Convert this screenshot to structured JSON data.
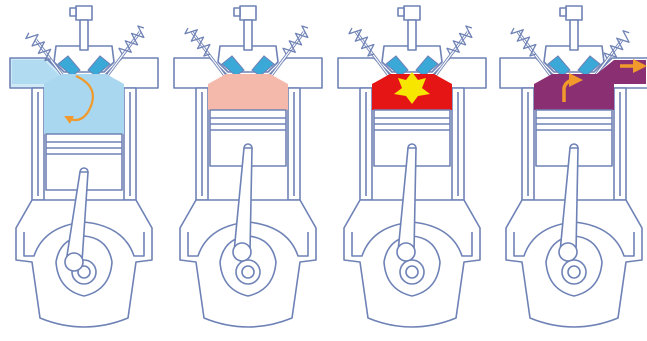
{
  "diagram": {
    "stages": [
      {
        "id": "intake",
        "chamber_fill": "#a9d7ef",
        "intake_valve_open": true,
        "exhaust_valve_open": false,
        "piston_position": "bottom",
        "arrows": [
          "intake-flow-arrow",
          "swirl-arrow"
        ]
      },
      {
        "id": "compression",
        "chamber_fill": "#f5b9ab",
        "intake_valve_open": false,
        "exhaust_valve_open": false,
        "piston_position": "top",
        "arrows": []
      },
      {
        "id": "power",
        "chamber_fill": "#e51515",
        "intake_valve_open": false,
        "exhaust_valve_open": false,
        "piston_position": "top",
        "arrows": [
          "ignition-flash"
        ]
      },
      {
        "id": "exhaust",
        "chamber_fill": "#8b2f73",
        "intake_valve_open": false,
        "exhaust_valve_open": true,
        "piston_position": "top",
        "arrows": [
          "exhaust-flow-arrow",
          "exhaust-exit-arrow"
        ]
      }
    ],
    "colors": {
      "outline": "#6f82b6",
      "metal_fill": "#ffffff",
      "background": "#ffffff",
      "port_fill": "#cfe9f7",
      "valve_head": "#3aa9d8",
      "arrow_orange": "#f19a2b",
      "spark_yellow": "#f6e600"
    }
  }
}
